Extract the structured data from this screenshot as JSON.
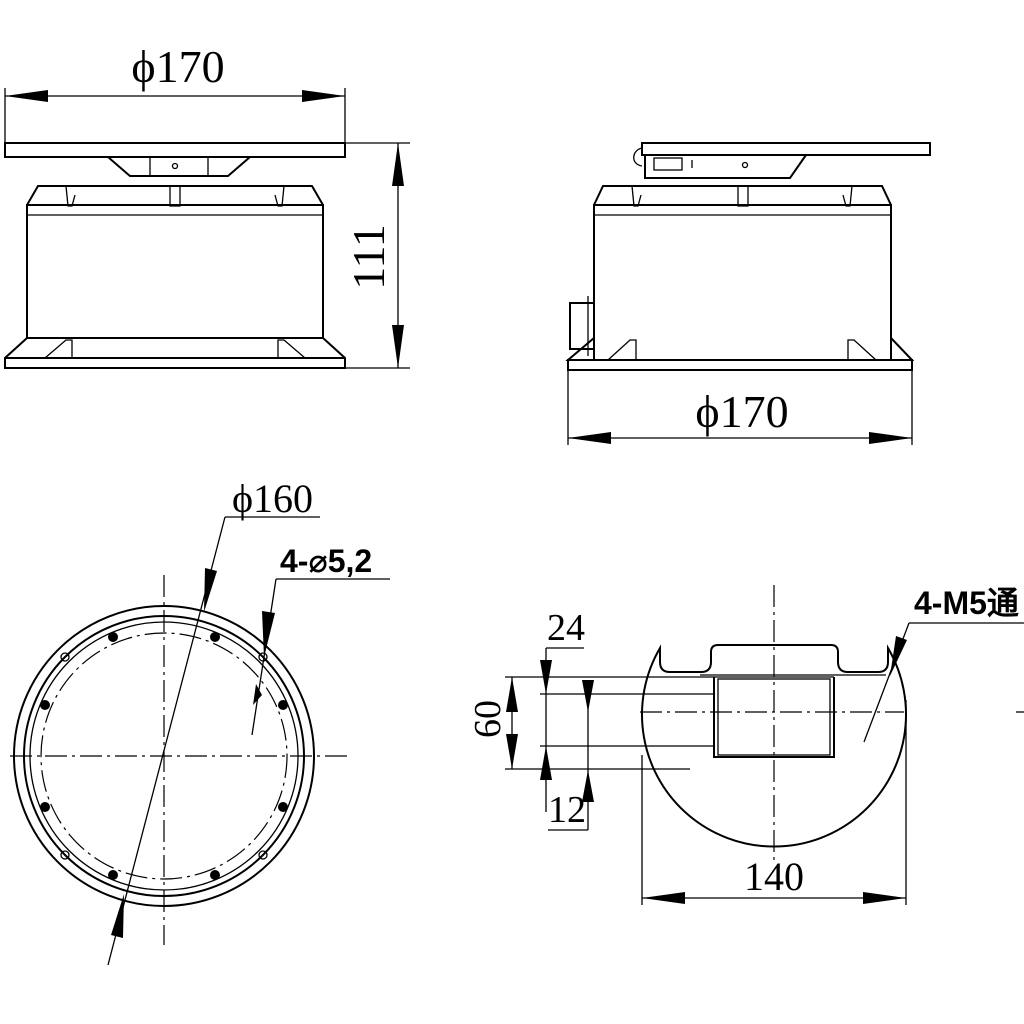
{
  "front_view": {
    "diameter_label": "ϕ170",
    "height_label": "111"
  },
  "side_view": {
    "diameter_label": "ϕ170"
  },
  "bottom_view": {
    "diameter_label": "ϕ160",
    "holes_label": "4-⌀5,2"
  },
  "section_view": {
    "width_label": "140",
    "height_label": "60",
    "dim_top_label": "24",
    "dim_bottom_label": "12",
    "thread_label": "4-M5通"
  }
}
